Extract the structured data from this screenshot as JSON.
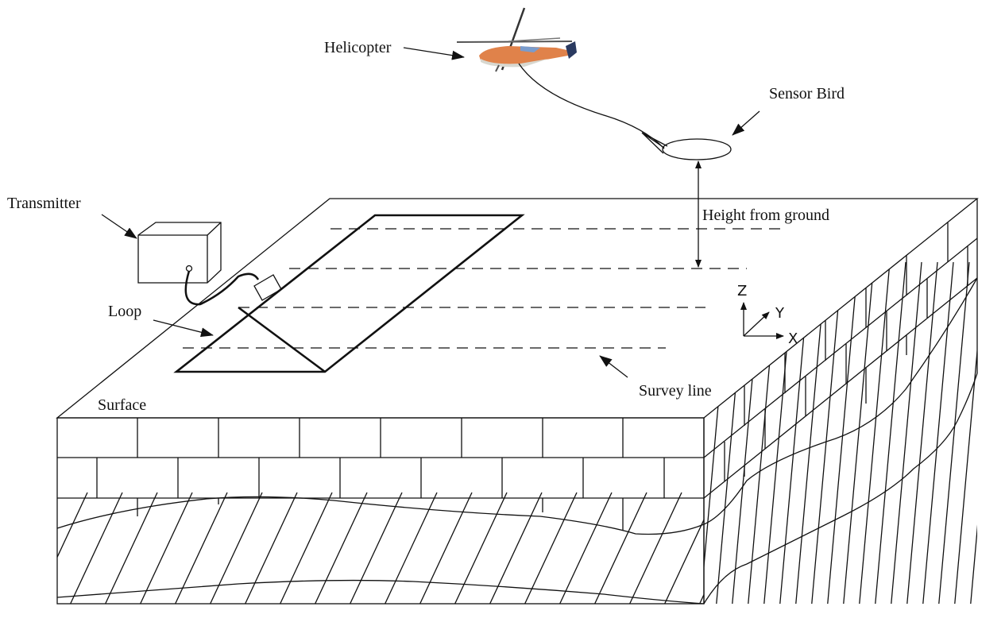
{
  "labels": {
    "helicopter": "Helicopter",
    "sensor_bird": "Sensor Bird",
    "transmitter": "Transmitter",
    "height": "Height from ground",
    "loop": "Loop",
    "survey_line": "Survey line",
    "surface": "Surface"
  },
  "axes": {
    "z": "Z",
    "y": "Y",
    "x": "X"
  },
  "colors": {
    "helicopter_body": "#e0824a",
    "helicopter_belly": "#d8d8d0",
    "line": "#111111"
  }
}
